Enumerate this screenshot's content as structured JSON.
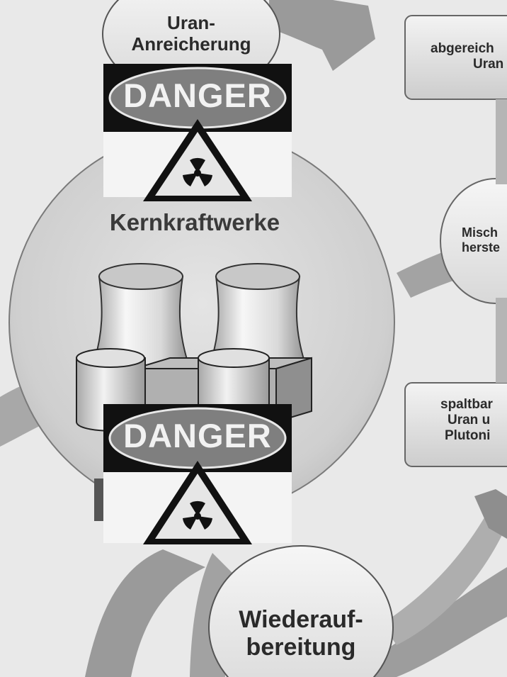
{
  "diagram": {
    "nodes": {
      "enrichment": {
        "line1": "Uran-",
        "line2": "Anreicherung"
      },
      "depleted_uranium": {
        "line1": "abgereich",
        "line2": "Uran"
      },
      "nuclear_plants": {
        "label": "Kernkraftwerke"
      },
      "mixed_oxide": {
        "line1": "Misch",
        "line2": "herste"
      },
      "fissile": {
        "line1": "spaltbar",
        "line2": "Uran u",
        "line3": "Plutoni"
      },
      "reprocessing": {
        "line1": "Wiederauf-",
        "line2": "bereitung"
      }
    },
    "danger_signs": [
      {
        "label": "DANGER"
      },
      {
        "label": "DANGER"
      }
    ]
  }
}
